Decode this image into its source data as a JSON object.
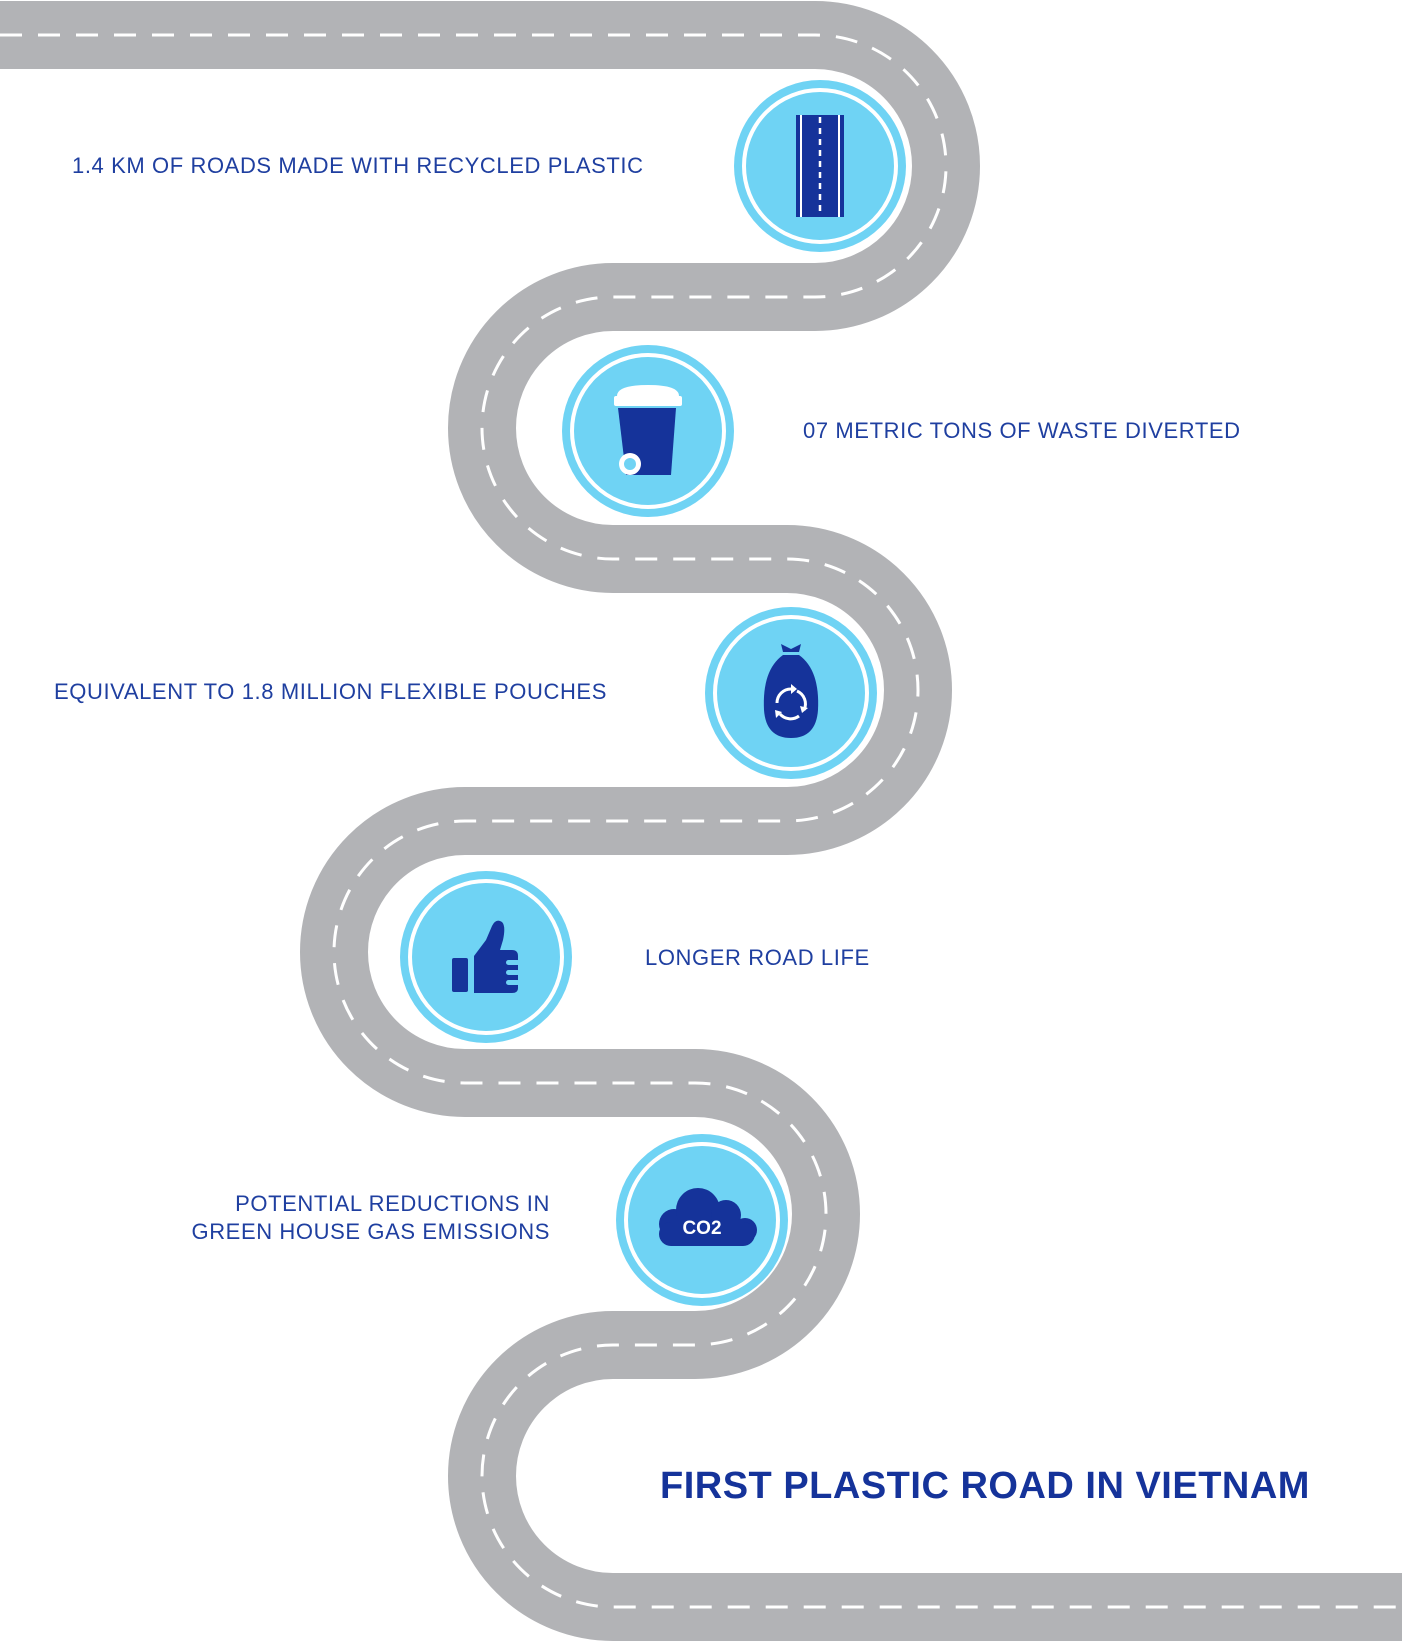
{
  "title": "FIRST PLASTIC ROAD IN VIETNAM",
  "milestones": [
    {
      "text": "1.4 KM OF ROADS MADE WITH RECYCLED PLASTIC",
      "icon": "road-icon"
    },
    {
      "text": "07 METRIC TONS OF WASTE DIVERTED",
      "icon": "trash-bin-icon"
    },
    {
      "text": "EQUIVALENT TO 1.8 MILLION FLEXIBLE POUCHES",
      "icon": "recycle-bag-icon"
    },
    {
      "text": "LONGER ROAD LIFE",
      "icon": "thumbs-up-icon"
    },
    {
      "text_line1": "POTENTIAL REDUCTIONS IN",
      "text_line2": "GREEN HOUSE GAS EMISSIONS",
      "icon": "co2-cloud-icon",
      "icon_text": "CO2"
    }
  ],
  "colors": {
    "road": "#b2b3b6",
    "lane_marking": "#ffffff",
    "circle_fill": "#6fd3f4",
    "icon": "#15339a",
    "text": "#1f3fa0"
  }
}
